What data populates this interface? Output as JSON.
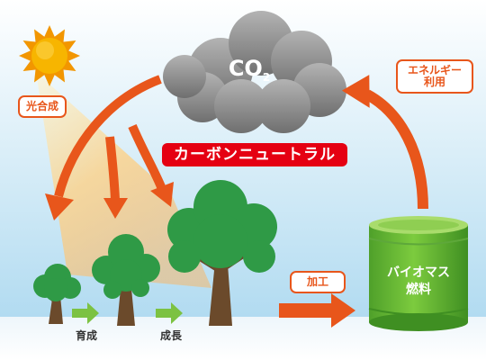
{
  "labels": {
    "co2_main": "CO",
    "co2_sub": "2",
    "photosynthesis": "光合成",
    "energy_use_line1": "エネルギー",
    "energy_use_line2": "利用",
    "carbon_neutral": "カーボンニュートラル",
    "growth_1": "育成",
    "growth_2": "成長",
    "processing": "加工",
    "biomass_line1": "バイオマス",
    "biomass_line2": "燃料"
  },
  "colors": {
    "accent_orange": "#e8561b",
    "title_red": "#e50012",
    "tree_green": "#2f9a46",
    "barrel_green": "#7ccb3e",
    "cloud_gray": "#8a8a8a",
    "sun_orange": "#f29600"
  }
}
